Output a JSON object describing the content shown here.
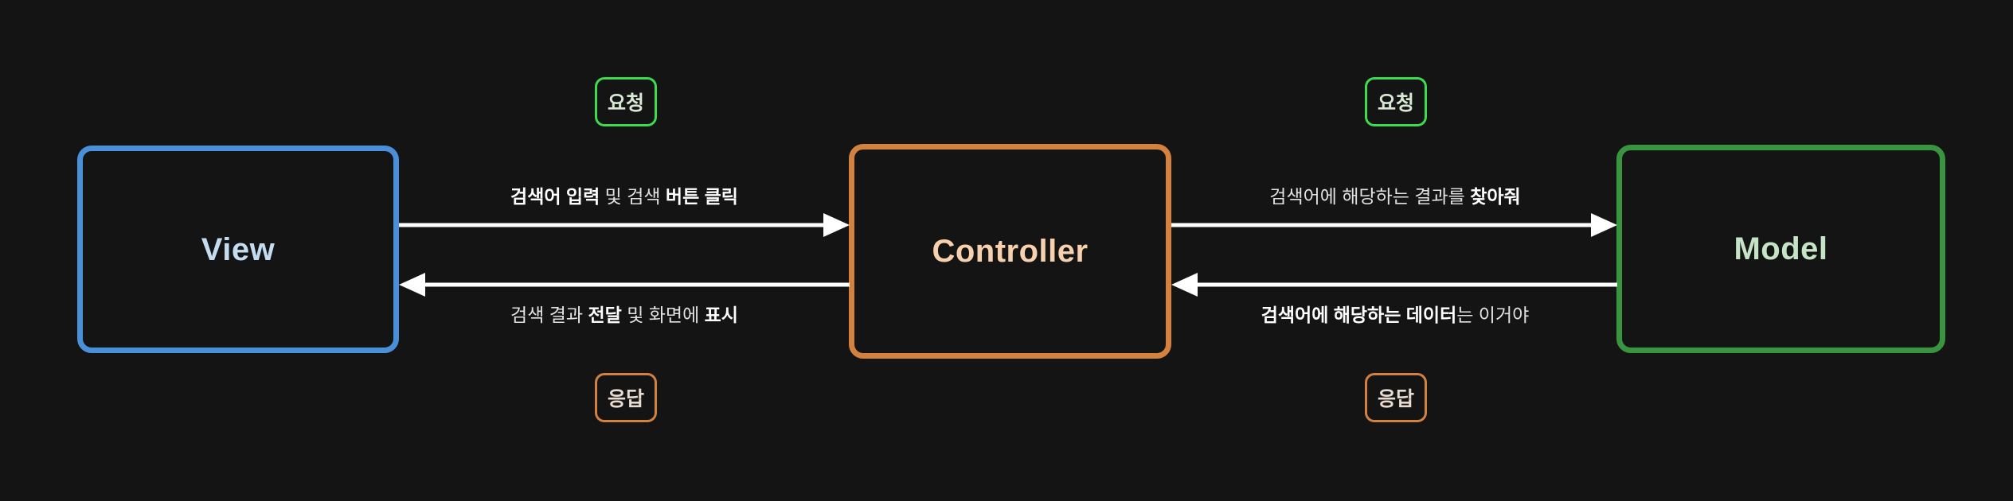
{
  "diagram": {
    "title": "MVC request/response flow",
    "background_color": "#141414",
    "nodes": [
      {
        "id": "view",
        "label": "View",
        "border_color": "#4a90d9",
        "text_color": "#c3dcf0"
      },
      {
        "id": "controller",
        "label": "Controller",
        "border_color": "#d2813f",
        "text_color": "#f7d1ae"
      },
      {
        "id": "model",
        "label": "Model",
        "border_color": "#399440",
        "text_color": "#c5e3c5"
      }
    ],
    "badges": [
      {
        "id": "request-left",
        "label": "요청",
        "color": "#3ddb4e",
        "text_color": "#d8e8d4"
      },
      {
        "id": "response-left",
        "label": "응답",
        "color": "#d2813f",
        "text_color": "#e8dcd2"
      },
      {
        "id": "request-right",
        "label": "요청",
        "color": "#3ddb4e",
        "text_color": "#d8e8d4"
      },
      {
        "id": "response-right",
        "label": "응답",
        "color": "#d2813f",
        "text_color": "#e8dcd2"
      }
    ],
    "edges": [
      {
        "id": "view-to-controller",
        "from": "View",
        "to": "Controller",
        "direction": "right",
        "arrow_color": "#ffffff",
        "label_plain": "검색어 입력 및 검색 버튼 클릭",
        "label_parts": [
          {
            "text": "검색어 입력",
            "bold": true
          },
          {
            "text": " 및 검색 ",
            "bold": false
          },
          {
            "text": "버튼 클릭",
            "bold": true
          }
        ]
      },
      {
        "id": "controller-to-view",
        "from": "Controller",
        "to": "View",
        "direction": "left",
        "arrow_color": "#ffffff",
        "label_plain": "검색 결과 전달 및 화면에 표시",
        "label_parts": [
          {
            "text": "검색 결과 ",
            "bold": false
          },
          {
            "text": "전달",
            "bold": true
          },
          {
            "text": " 및 화면에 ",
            "bold": false
          },
          {
            "text": "표시",
            "bold": true
          }
        ]
      },
      {
        "id": "controller-to-model",
        "from": "Controller",
        "to": "Model",
        "direction": "right",
        "arrow_color": "#ffffff",
        "label_plain": "검색어에 해당하는 결과를 찾아줘",
        "label_parts": [
          {
            "text": "검색어에 해당하는 결과를 ",
            "bold": false
          },
          {
            "text": "찾아줘",
            "bold": true
          }
        ]
      },
      {
        "id": "model-to-controller",
        "from": "Model",
        "to": "Controller",
        "direction": "left",
        "arrow_color": "#ffffff",
        "label_plain": "검색어에 해당하는 데이터는 이거야",
        "label_parts": [
          {
            "text": "검색어에 해당하는 데이터",
            "bold": true
          },
          {
            "text": "는 이거야",
            "bold": false
          }
        ]
      }
    ]
  }
}
